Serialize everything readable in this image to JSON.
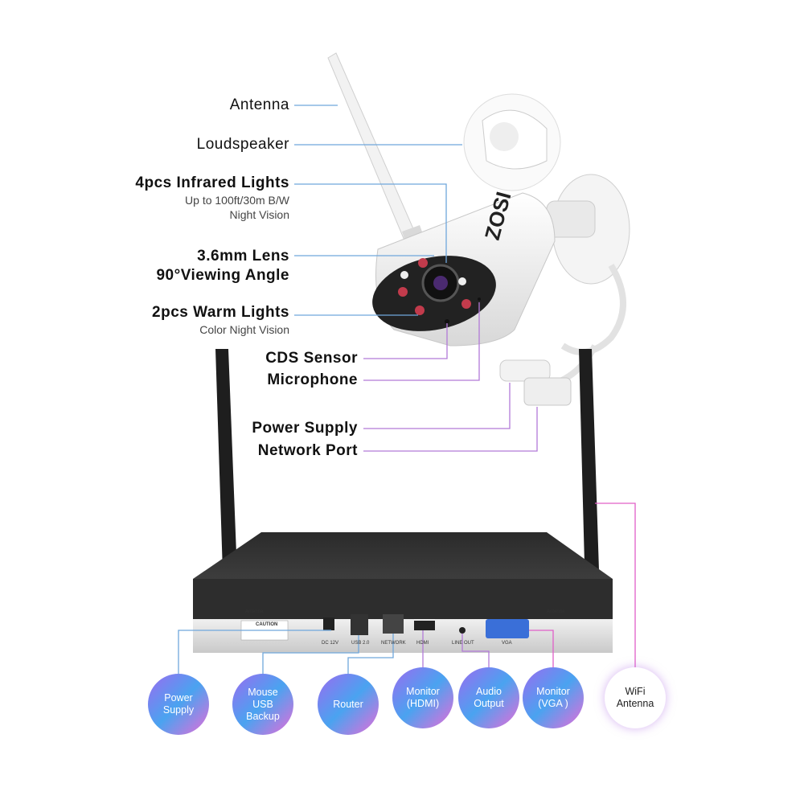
{
  "camera": {
    "brand": "ZOSI",
    "labels": [
      {
        "id": "antenna",
        "main": "Antenna",
        "sub": []
      },
      {
        "id": "loudspeaker",
        "main": "Loudspeaker",
        "sub": []
      },
      {
        "id": "infrared",
        "main": "4pcs Infrared Lights",
        "sub": [
          "Up to 100ft/30m B/W",
          "Night Vision"
        ]
      },
      {
        "id": "lens",
        "main": "3.6mm Lens",
        "main2": "90°Viewing Angle",
        "sub": []
      },
      {
        "id": "warm",
        "main": "2pcs Warm Lights",
        "sub": [
          "Color Night Vision"
        ]
      },
      {
        "id": "cds",
        "main": "CDS Sensor",
        "sub": []
      },
      {
        "id": "mic",
        "main": "Microphone",
        "sub": []
      },
      {
        "id": "power",
        "main": "Power Supply",
        "sub": []
      },
      {
        "id": "network",
        "main": "Network Port",
        "sub": []
      }
    ]
  },
  "nvr": {
    "ports": [
      "DC 12V",
      "USB 2.0",
      "NETWORK",
      "HDMI",
      "LINE OUT",
      "VGA",
      "Antenna",
      "Antenna",
      "CAUTION"
    ],
    "bubbles": [
      {
        "id": "power-supply",
        "text": "Power\nSupply",
        "style": "gradient"
      },
      {
        "id": "mouse-usb",
        "text": "Mouse\nUSB\nBackup",
        "style": "gradient"
      },
      {
        "id": "router",
        "text": "Router",
        "style": "gradient"
      },
      {
        "id": "monitor-hdmi",
        "text": "Monitor\n(HDMI)",
        "style": "gradient"
      },
      {
        "id": "audio-output",
        "text": "Audio\nOutput",
        "style": "gradient"
      },
      {
        "id": "monitor-vga",
        "text": "Monitor\n(VGA )",
        "style": "gradient"
      },
      {
        "id": "wifi-antenna",
        "text": "WiFi\nAntenna",
        "style": "white"
      }
    ]
  },
  "colors": {
    "blue_line": "#6fa7dc",
    "purple_line": "#b27ad8",
    "pink_line": "#e05fc8",
    "dark": "#222222"
  }
}
